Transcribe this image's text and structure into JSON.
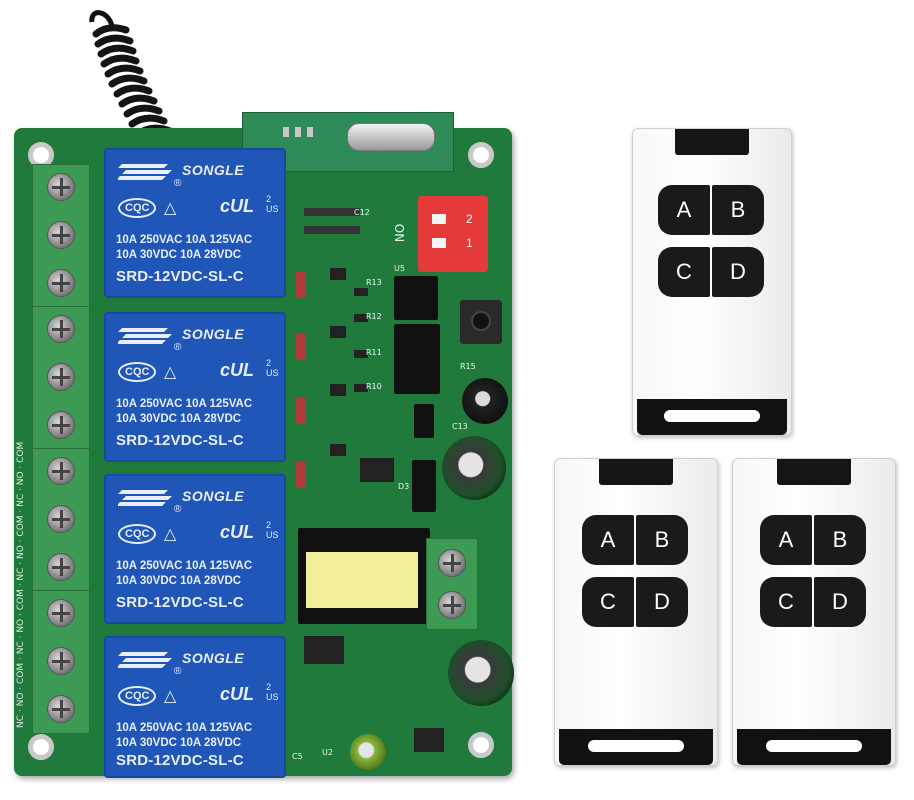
{
  "relay": {
    "brand": "SONGLE",
    "certification": "CQC",
    "ul_mark": "c",
    "ul_text": "UL",
    "ul_suffix": "US",
    "reg_symbol": "®",
    "spec_line_1": "10A 250VAC  10A 125VAC",
    "spec_line_2": "10A  30VDC  10A  28VDC",
    "model": "SRD-12VDC-SL-C"
  },
  "dip_switch": {
    "label_on": "ON",
    "pos_1": "1",
    "pos_2": "2"
  },
  "silkscreen": {
    "u5": "U5",
    "r13": "R13",
    "r12": "R12",
    "r11": "R11",
    "r10": "R10",
    "r15": "R15",
    "c12": "C12",
    "c13": "C13",
    "d3": "D3",
    "c5": "C5",
    "u2": "U2",
    "terminal_edge": "NC · NO · COM · NC · NO · COM · NC · NO · COM · NC · NO · COM"
  },
  "remotes": [
    {
      "buttons": [
        "A",
        "B",
        "C",
        "D"
      ]
    },
    {
      "buttons": [
        "A",
        "B",
        "C",
        "D"
      ]
    },
    {
      "buttons": [
        "A",
        "B",
        "C",
        "D"
      ]
    }
  ],
  "colors": {
    "pcb": "#1f7a3c",
    "relay": "#1f56b8",
    "terminal": "#3d9a55",
    "dip": "#e53a3a",
    "transformer": "#f1ee9a",
    "remote_body": "#ffffff",
    "remote_button": "#1a1a1a"
  }
}
